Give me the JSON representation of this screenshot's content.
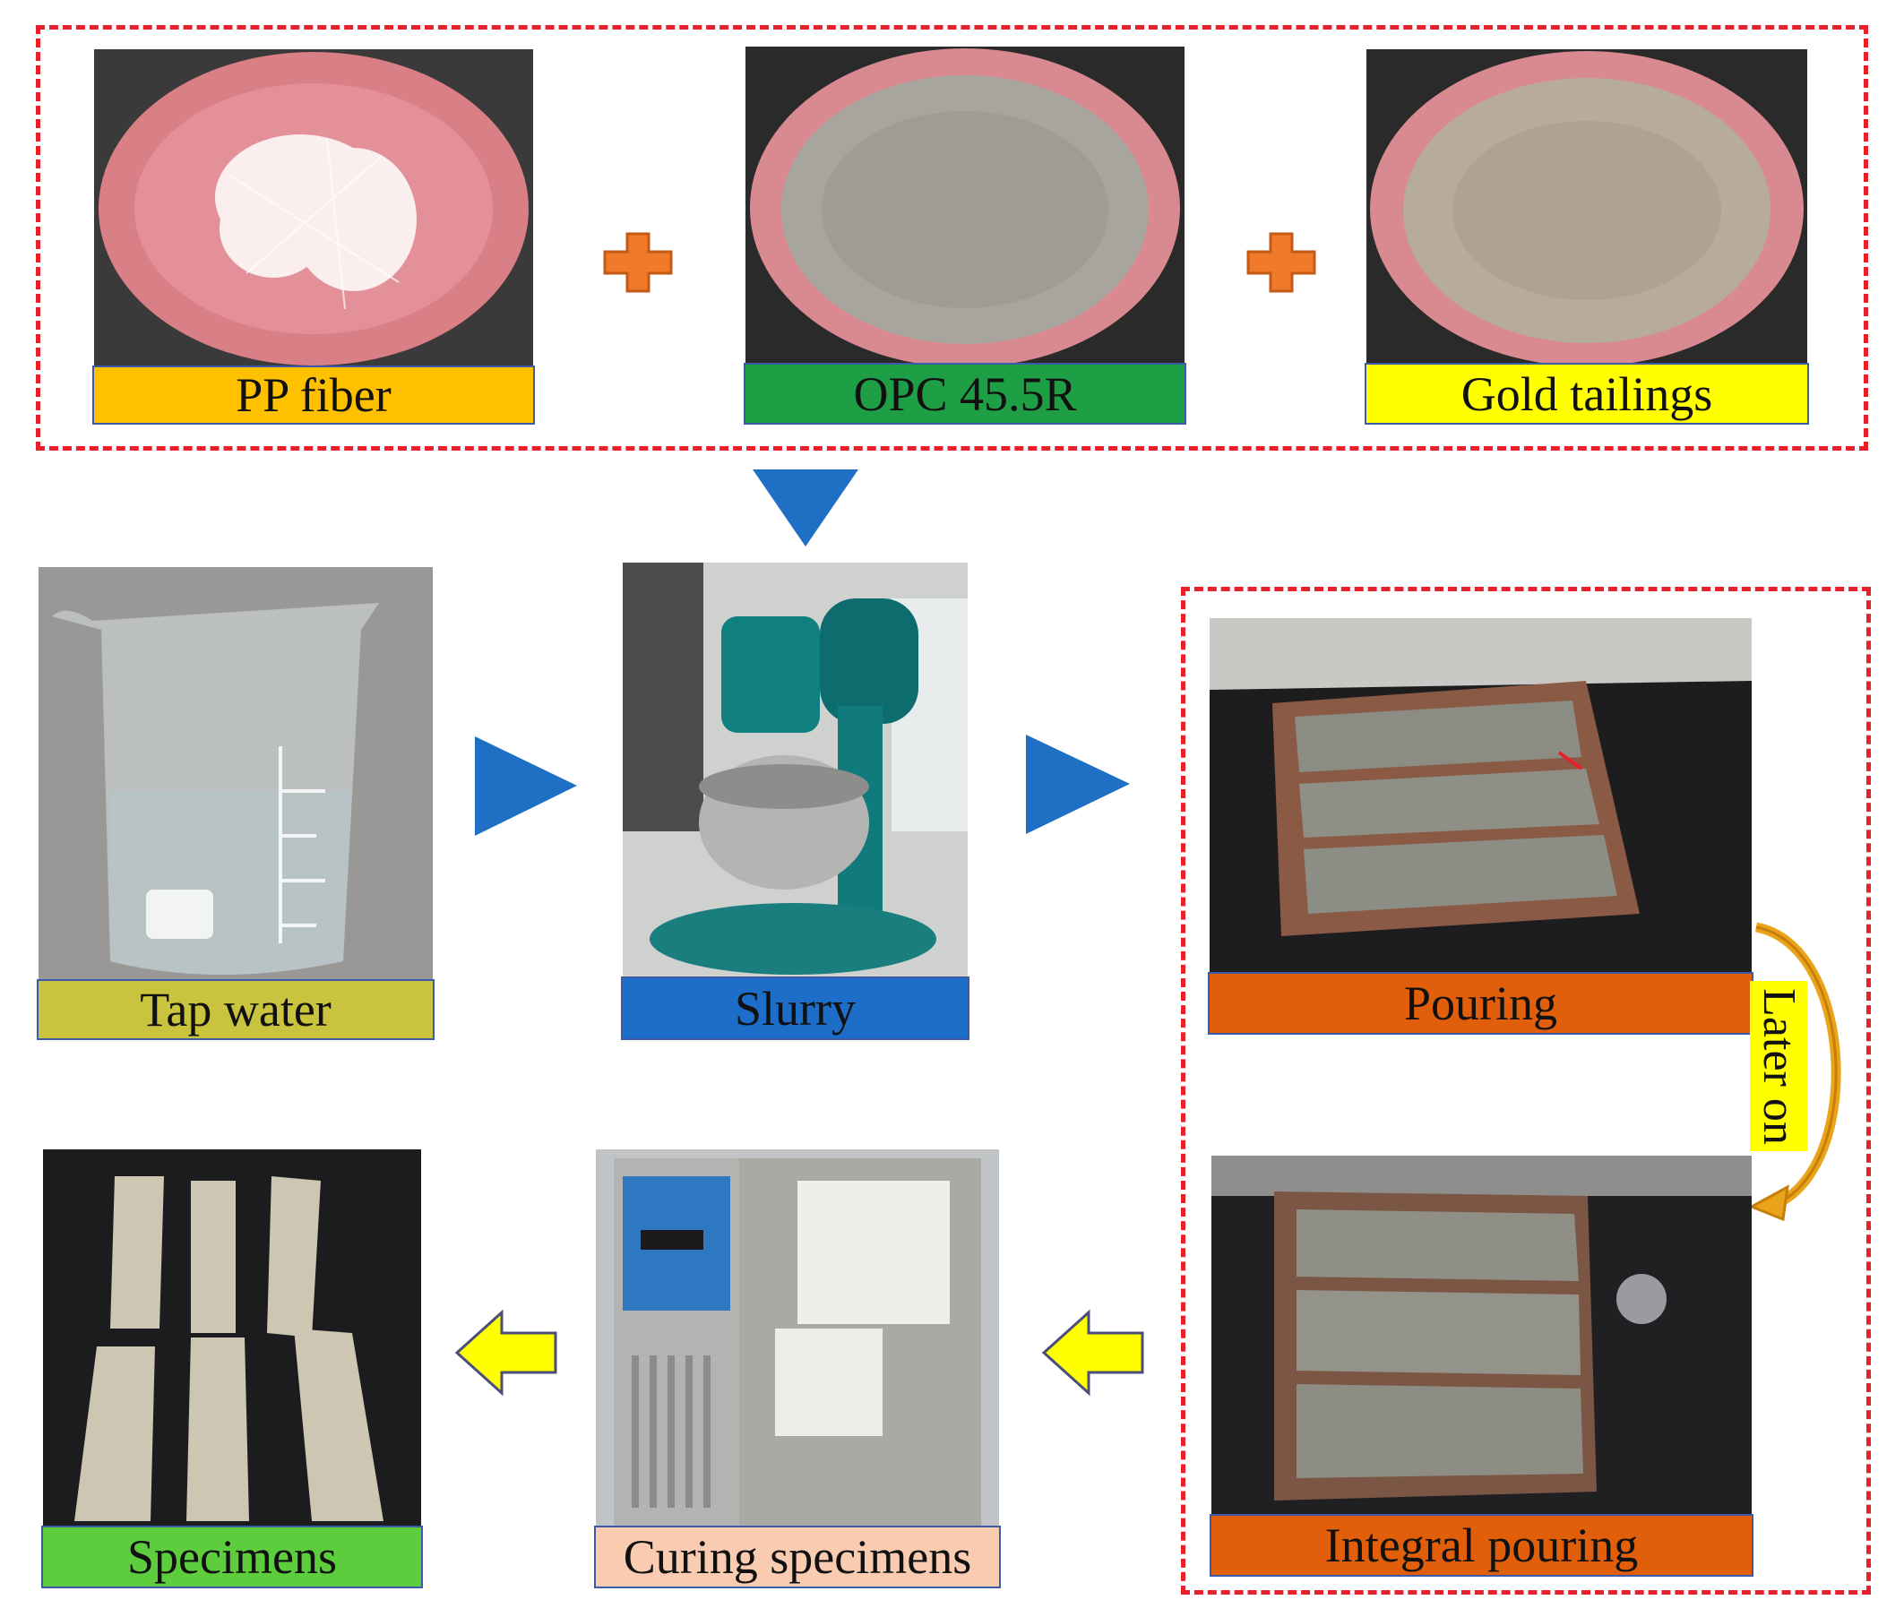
{
  "colors": {
    "dash_border": "#e8202a",
    "label_border": "#3b5aa8",
    "blue_arrow": "#1f6fc4",
    "yellow_arrow": "#ffff00",
    "orange_plus": "#f07a2a",
    "curve_arrow": "#e9a41a"
  },
  "materials": [
    {
      "label": "PP fiber",
      "color": "#ffc000"
    },
    {
      "label": "OPC 45.5R",
      "color": "#1e9f45"
    },
    {
      "label": "Gold tailings",
      "color": "#ffff00"
    }
  ],
  "steps": {
    "tap_water": {
      "label": "Tap water",
      "color": "#c9c33d"
    },
    "slurry": {
      "label": "Slurry",
      "color": "#1c6ec8"
    },
    "pouring": {
      "label": "Pouring",
      "color": "#e15f0a"
    },
    "integral_pouring": {
      "label": "Integral pouring",
      "color": "#e15f0a"
    },
    "curing": {
      "label": "Curing specimens",
      "color": "#f9cbb0"
    },
    "specimens": {
      "label": "Specimens",
      "color": "#5dcd3e"
    }
  },
  "later_on": {
    "label": "Later on",
    "color": "#ffff00"
  },
  "icons": [
    "plus-icon",
    "arrow-down-icon",
    "arrow-right-icon",
    "arrow-left-icon",
    "curved-arrow-icon"
  ]
}
